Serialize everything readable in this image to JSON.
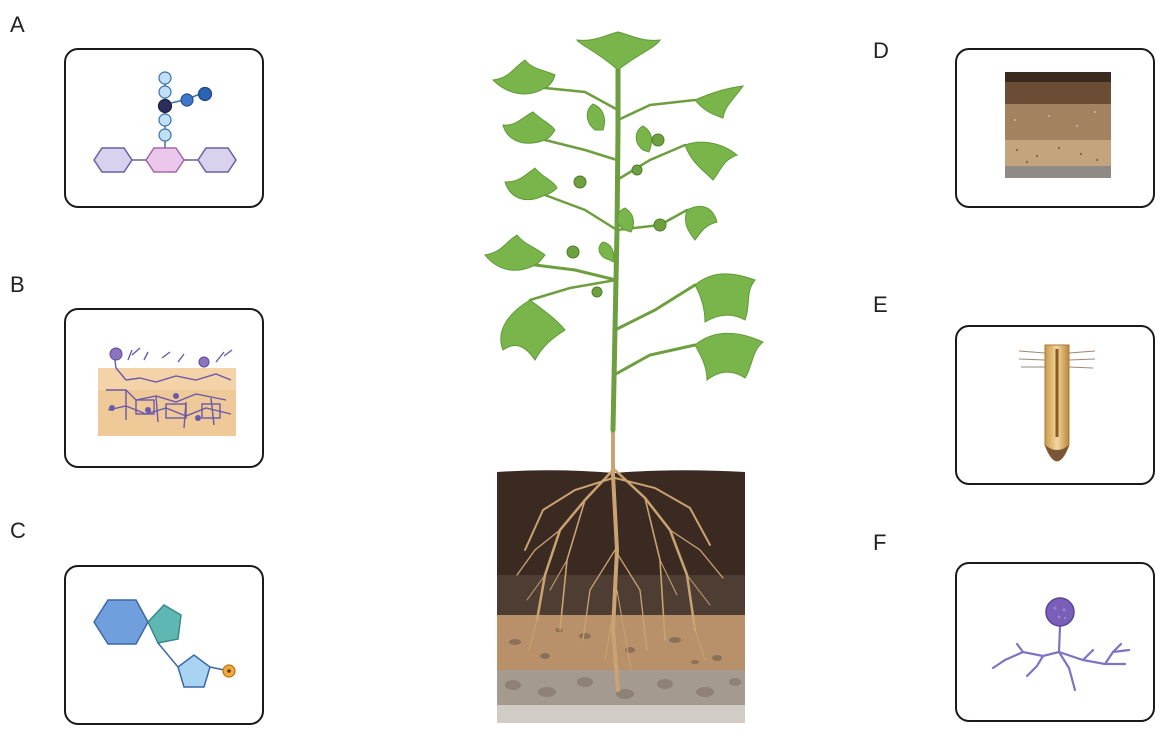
{
  "panels": [
    {
      "letter": "A",
      "icon": "glycolipid-molecule-icon"
    },
    {
      "letter": "B",
      "icon": "fungal-mycelium-in-soil-icon"
    },
    {
      "letter": "C",
      "icon": "fused-ring-phosphate-molecule-icon"
    },
    {
      "letter": "D",
      "icon": "soil-profile-icon"
    },
    {
      "letter": "E",
      "icon": "root-tip-icon"
    },
    {
      "letter": "F",
      "icon": "fungal-spore-hyphae-icon"
    }
  ],
  "center": {
    "icon": "cotton-plant-with-roots-icon"
  },
  "colors": {
    "border": "#1a1a1a",
    "leaf": "#79b54a",
    "leaf_dark": "#5f9a37",
    "stem": "#6d9e3f",
    "root": "#c9a371",
    "soil_top": "#3a2a22",
    "soil_mid": "#4e3d33",
    "soil_sand": "#b8916a",
    "soil_gravel": "#a59a90",
    "fungus": "#7b6bb3"
  }
}
